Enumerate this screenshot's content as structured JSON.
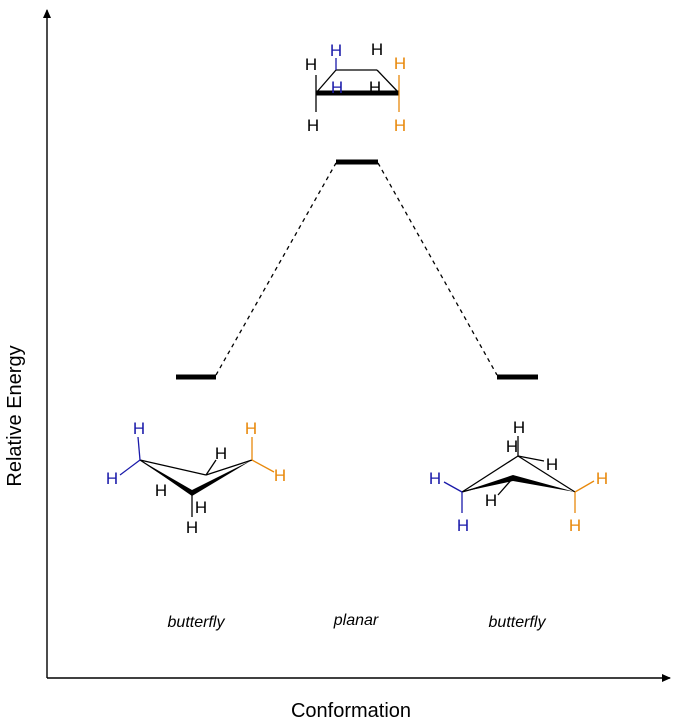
{
  "axes": {
    "y_label": "Relative Energy",
    "x_label": "Conformation"
  },
  "states": [
    {
      "label": "butterfly",
      "level": "low"
    },
    {
      "label": "planar",
      "level": "high"
    },
    {
      "label": "butterfly",
      "level": "low"
    }
  ],
  "atom_symbol": "H",
  "colors": {
    "blue_h": "#1a1aaa",
    "orange_h": "#e8890c",
    "black": "#000000"
  }
}
